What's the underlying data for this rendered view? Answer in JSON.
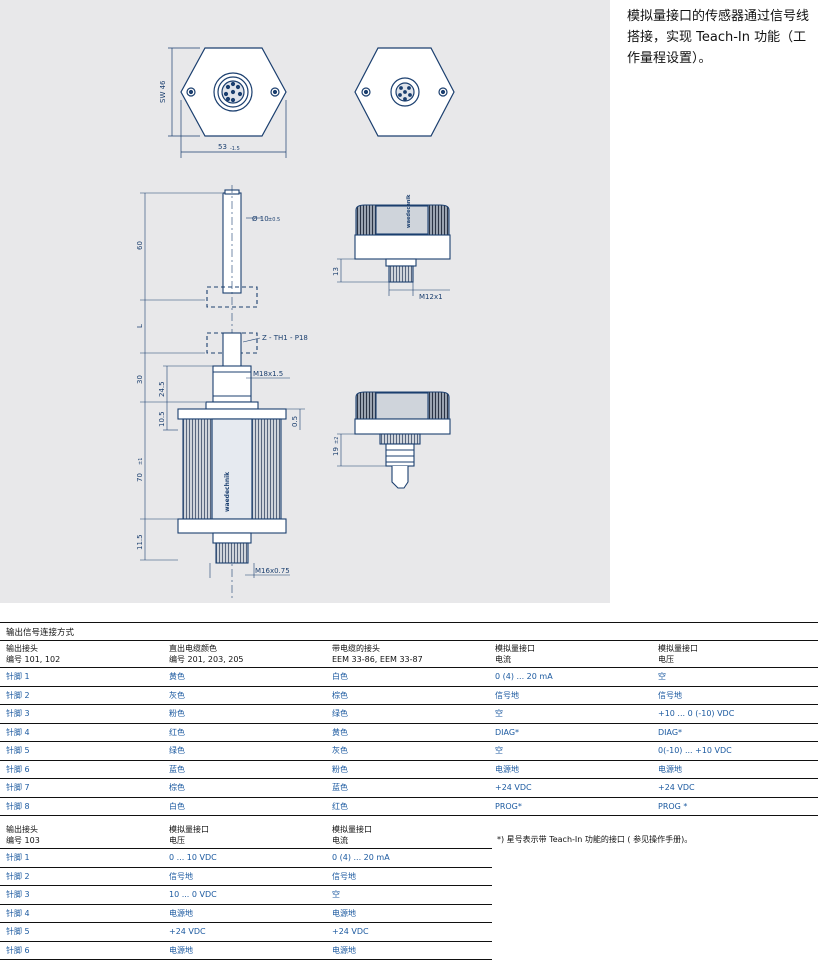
{
  "intro_text": "模拟量接口的传感器通过信号线搭接，实现 Teach-In 功能（工作量程设置）。",
  "drawing": {
    "labels": {
      "sw": "SW 46",
      "width": "53",
      "width_tol": "-1.5",
      "dia": "Ø 10",
      "dia_tol": "±0.5",
      "len60": "60",
      "lenL": "L",
      "code": "Z - TH1 - P18",
      "len30": "30",
      "len245": "24.5",
      "len105": "10.5",
      "len05": "0.5",
      "len70": "70",
      "len70_tol": "±1",
      "len115": "11.5",
      "m18": "M18x1.5",
      "m16": "M16x0.75",
      "m12": "M12x1",
      "len13": "13",
      "len19": "19",
      "len19_tol": "±2",
      "brand": "waedechnik"
    }
  },
  "section_title": "输出信号连接方式",
  "table1": {
    "headers": [
      [
        "输出接头",
        "编号 101, 102"
      ],
      [
        "直出电缆颜色",
        "编号 201, 203, 205"
      ],
      [
        "带电缆的接头",
        "EEM 33-86, EEM 33-87"
      ],
      [
        "模拟量接口",
        "电流"
      ],
      [
        "模拟量接口",
        "电压"
      ]
    ],
    "rows": [
      [
        "针脚 1",
        "黄色",
        "白色",
        "0 (4) ... 20 mA",
        "空"
      ],
      [
        "针脚 2",
        "灰色",
        "棕色",
        "信号地",
        "信号地"
      ],
      [
        "针脚 3",
        "粉色",
        "绿色",
        "空",
        "+10 ... 0 (-10) VDC"
      ],
      [
        "针脚 4",
        "红色",
        "黄色",
        "DIAG*",
        "DIAG*"
      ],
      [
        "针脚 5",
        "绿色",
        "灰色",
        "空",
        "0(-10) ... +10 VDC"
      ],
      [
        "针脚 6",
        "蓝色",
        "粉色",
        "电源地",
        "电源地"
      ],
      [
        "针脚 7",
        "棕色",
        "蓝色",
        "+24 VDC",
        "+24 VDC"
      ],
      [
        "针脚 8",
        "白色",
        "红色",
        "PROG*",
        "PROG *"
      ]
    ]
  },
  "table2": {
    "headers": [
      [
        "输出接头",
        "编号 103"
      ],
      [
        "模拟量接口",
        "电压"
      ],
      [
        "模拟量接口",
        "电流"
      ]
    ],
    "rows": [
      [
        "针脚 1",
        "0 ... 10 VDC",
        "0 (4) ... 20 mA"
      ],
      [
        "针脚 2",
        "信号地",
        "信号地"
      ],
      [
        "针脚 3",
        "10 ... 0 VDC",
        "空"
      ],
      [
        "针脚 4",
        "电源地",
        "电源地"
      ],
      [
        "针脚 5",
        "+24 VDC",
        "+24 VDC"
      ],
      [
        "针脚 6",
        "电源地",
        "电源地"
      ]
    ]
  },
  "footnote": "*) 星号表示带 Teach-In 功能的接口 ( 参见操作手册)。",
  "colors": {
    "link_blue": "#1c5aa0",
    "drawing_bg": "#e8e8ea",
    "line": "#1b3f6f"
  }
}
